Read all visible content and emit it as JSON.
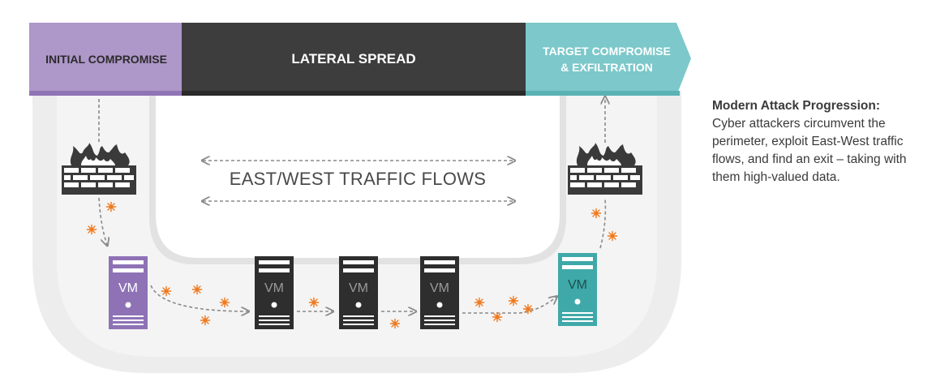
{
  "phases": {
    "initial": "INITIAL COMPROMISE",
    "lateral": "LATERAL SPREAD",
    "target_line1": "TARGET COMPROMISE",
    "target_line2": "& EXFILTRATION"
  },
  "traffic_label": "EAST/WEST TRAFFIC FLOWS",
  "sidebar": {
    "title": "Modern Attack Progression:",
    "body": "Cyber attackers circumvent the perimeter, exploit East-West traffic flows, and find an exit – taking with them high-valued data."
  },
  "vms": [
    {
      "label": "VM",
      "state": "compromised"
    },
    {
      "label": "VM",
      "state": "normal"
    },
    {
      "label": "VM",
      "state": "normal"
    },
    {
      "label": "VM",
      "state": "normal"
    },
    {
      "label": "VM",
      "state": "target"
    }
  ],
  "colors": {
    "initial": "#ae97c9",
    "lateral": "#3d3d3d",
    "target": "#7cc8ca",
    "vm_compromised": "#8e72b5",
    "vm_normal": "#2e2e2e",
    "vm_target": "#3ea9a8",
    "threat": "#f07a1e"
  }
}
